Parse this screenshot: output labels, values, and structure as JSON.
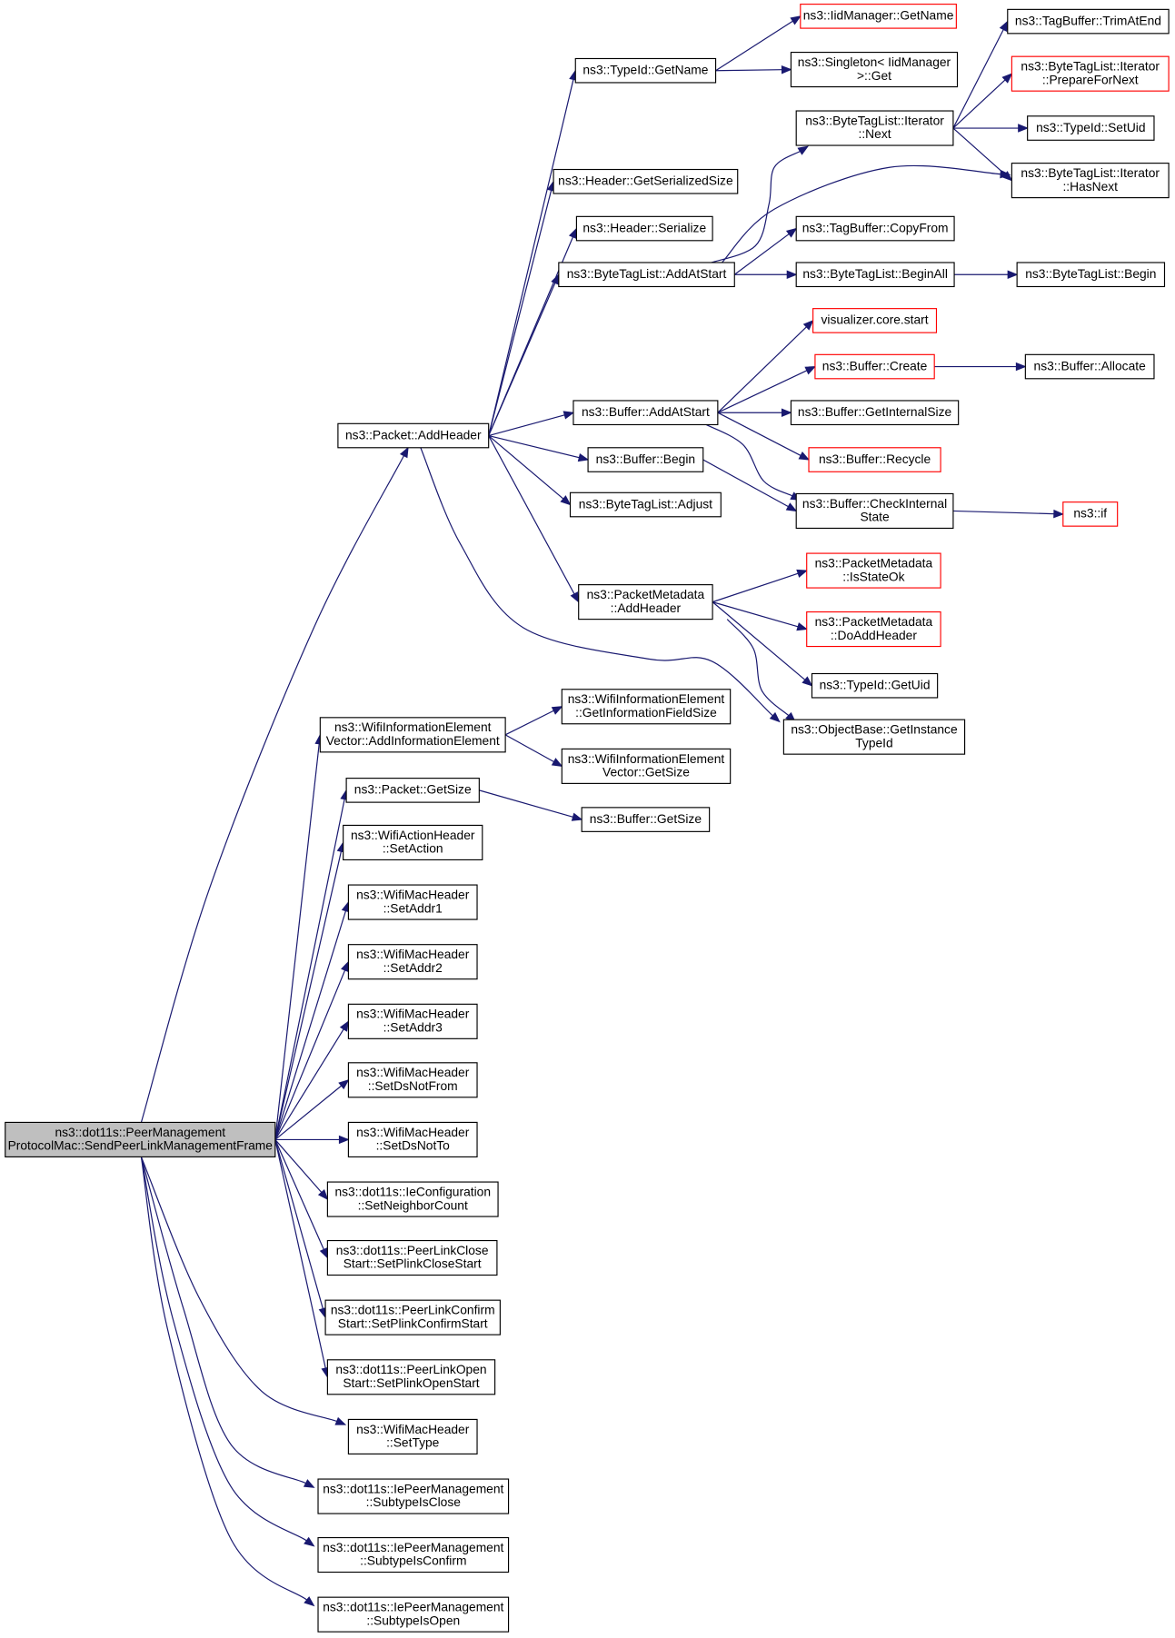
{
  "colors": {
    "edge": "#191970",
    "node_border": "#000000",
    "external_border": "#ff0000",
    "root_fill": "#bfbfbf"
  },
  "nodes": [
    {
      "id": "root",
      "lines": [
        "ns3::dot11s::PeerManagement",
        "ProtocolMac::SendPeerLinkManagementFrame"
      ],
      "style": "root"
    },
    {
      "id": "addHeader",
      "lines": [
        "ns3::Packet::AddHeader"
      ]
    },
    {
      "id": "wieAdd",
      "lines": [
        "ns3::WifiInformationElement",
        "Vector::AddInformationElement"
      ]
    },
    {
      "id": "pktGetSize",
      "lines": [
        "ns3::Packet::GetSize"
      ]
    },
    {
      "id": "setAction",
      "lines": [
        "ns3::WifiActionHeader",
        "::SetAction"
      ]
    },
    {
      "id": "setAddr1",
      "lines": [
        "ns3::WifiMacHeader",
        "::SetAddr1"
      ]
    },
    {
      "id": "setAddr2",
      "lines": [
        "ns3::WifiMacHeader",
        "::SetAddr2"
      ]
    },
    {
      "id": "setAddr3",
      "lines": [
        "ns3::WifiMacHeader",
        "::SetAddr3"
      ]
    },
    {
      "id": "setDsNotFrom",
      "lines": [
        "ns3::WifiMacHeader",
        "::SetDsNotFrom"
      ]
    },
    {
      "id": "setDsNotTo",
      "lines": [
        "ns3::WifiMacHeader",
        "::SetDsNotTo"
      ]
    },
    {
      "id": "setNeighbor",
      "lines": [
        "ns3::dot11s::IeConfiguration",
        "::SetNeighborCount"
      ]
    },
    {
      "id": "plinkClose",
      "lines": [
        "ns3::dot11s::PeerLinkClose",
        "Start::SetPlinkCloseStart"
      ]
    },
    {
      "id": "plinkConfirm",
      "lines": [
        "ns3::dot11s::PeerLinkConfirm",
        "Start::SetPlinkConfirmStart"
      ]
    },
    {
      "id": "plinkOpen",
      "lines": [
        "ns3::dot11s::PeerLinkOpen",
        "Start::SetPlinkOpenStart"
      ]
    },
    {
      "id": "setType",
      "lines": [
        "ns3::WifiMacHeader",
        "::SetType"
      ]
    },
    {
      "id": "subClose",
      "lines": [
        "ns3::dot11s::IePeerManagement",
        "::SubtypeIsClose"
      ]
    },
    {
      "id": "subConfirm",
      "lines": [
        "ns3::dot11s::IePeerManagement",
        "::SubtypeIsConfirm"
      ]
    },
    {
      "id": "subOpen",
      "lines": [
        "ns3::dot11s::IePeerManagement",
        "::SubtypeIsOpen"
      ]
    },
    {
      "id": "typeGetName",
      "lines": [
        "ns3::TypeId::GetName"
      ]
    },
    {
      "id": "hdrGetSer",
      "lines": [
        "ns3::Header::GetSerializedSize"
      ]
    },
    {
      "id": "hdrSer",
      "lines": [
        "ns3::Header::Serialize"
      ]
    },
    {
      "id": "btlAddAtStart",
      "lines": [
        "ns3::ByteTagList::AddAtStart"
      ]
    },
    {
      "id": "bufAddAtStart",
      "lines": [
        "ns3::Buffer::AddAtStart"
      ]
    },
    {
      "id": "bufBegin",
      "lines": [
        "ns3::Buffer::Begin"
      ]
    },
    {
      "id": "btlAdjust",
      "lines": [
        "ns3::ByteTagList::Adjust"
      ]
    },
    {
      "id": "pmAddHeader",
      "lines": [
        "ns3::PacketMetadata",
        "::AddHeader"
      ]
    },
    {
      "id": "wieGetInfo",
      "lines": [
        "ns3::WifiInformationElement",
        "::GetInformationFieldSize"
      ]
    },
    {
      "id": "wieVecGetSize",
      "lines": [
        "ns3::WifiInformationElement",
        "Vector::GetSize"
      ]
    },
    {
      "id": "bufGetSize",
      "lines": [
        "ns3::Buffer::GetSize"
      ]
    },
    {
      "id": "iidGetName",
      "lines": [
        "ns3::IidManager::GetName"
      ],
      "style": "red"
    },
    {
      "id": "singletonGet",
      "lines": [
        "ns3::Singleton< IidManager",
        ">::Get"
      ]
    },
    {
      "id": "btlItNext",
      "lines": [
        "ns3::ByteTagList::Iterator",
        "::Next"
      ]
    },
    {
      "id": "tbCopyFrom",
      "lines": [
        "ns3::TagBuffer::CopyFrom"
      ]
    },
    {
      "id": "btlBeginAll",
      "lines": [
        "ns3::ByteTagList::BeginAll"
      ]
    },
    {
      "id": "vizStart",
      "lines": [
        "visualizer.core.start"
      ],
      "style": "red"
    },
    {
      "id": "bufCreate",
      "lines": [
        "ns3::Buffer::Create"
      ],
      "style": "red"
    },
    {
      "id": "bufGetInternal",
      "lines": [
        "ns3::Buffer::GetInternalSize"
      ]
    },
    {
      "id": "bufRecycle",
      "lines": [
        "ns3::Buffer::Recycle"
      ],
      "style": "red"
    },
    {
      "id": "bufCheckInternal",
      "lines": [
        "ns3::Buffer::CheckInternal",
        "State"
      ]
    },
    {
      "id": "pmIsStateOk",
      "lines": [
        "ns3::PacketMetadata",
        "::IsStateOk"
      ],
      "style": "red"
    },
    {
      "id": "pmDoAddHeader",
      "lines": [
        "ns3::PacketMetadata",
        "::DoAddHeader"
      ],
      "style": "red"
    },
    {
      "id": "typeGetUid",
      "lines": [
        "ns3::TypeId::GetUid"
      ]
    },
    {
      "id": "obGetInst",
      "lines": [
        "ns3::ObjectBase::GetInstance",
        "TypeId"
      ]
    },
    {
      "id": "tbTrim",
      "lines": [
        "ns3::TagBuffer::TrimAtEnd"
      ]
    },
    {
      "id": "btlItPrepare",
      "lines": [
        "ns3::ByteTagList::Iterator",
        "::PrepareForNext"
      ],
      "style": "red"
    },
    {
      "id": "typeSetUid",
      "lines": [
        "ns3::TypeId::SetUid"
      ]
    },
    {
      "id": "btlItHasNext",
      "lines": [
        "ns3::ByteTagList::Iterator",
        "::HasNext"
      ]
    },
    {
      "id": "btlBegin",
      "lines": [
        "ns3::ByteTagList::Begin"
      ]
    },
    {
      "id": "bufAllocate",
      "lines": [
        "ns3::Buffer::Allocate"
      ]
    },
    {
      "id": "nsIf",
      "lines": [
        "ns3::if"
      ],
      "style": "red"
    }
  ],
  "edges": [
    [
      "root",
      "addHeader"
    ],
    [
      "root",
      "wieAdd"
    ],
    [
      "root",
      "pktGetSize"
    ],
    [
      "root",
      "setAction"
    ],
    [
      "root",
      "setAddr1"
    ],
    [
      "root",
      "setAddr2"
    ],
    [
      "root",
      "setAddr3"
    ],
    [
      "root",
      "setDsNotFrom"
    ],
    [
      "root",
      "setDsNotTo"
    ],
    [
      "root",
      "setNeighbor"
    ],
    [
      "root",
      "plinkClose"
    ],
    [
      "root",
      "plinkConfirm"
    ],
    [
      "root",
      "plinkOpen"
    ],
    [
      "root",
      "setType"
    ],
    [
      "root",
      "subClose"
    ],
    [
      "root",
      "subConfirm"
    ],
    [
      "root",
      "subOpen"
    ],
    [
      "addHeader",
      "typeGetName"
    ],
    [
      "addHeader",
      "hdrGetSer"
    ],
    [
      "addHeader",
      "hdrSer"
    ],
    [
      "addHeader",
      "btlAddAtStart"
    ],
    [
      "addHeader",
      "bufAddAtStart"
    ],
    [
      "addHeader",
      "bufBegin"
    ],
    [
      "addHeader",
      "btlAdjust"
    ],
    [
      "addHeader",
      "pmAddHeader"
    ],
    [
      "addHeader",
      "obGetInst"
    ],
    [
      "wieAdd",
      "wieGetInfo"
    ],
    [
      "wieAdd",
      "wieVecGetSize"
    ],
    [
      "pktGetSize",
      "bufGetSize"
    ],
    [
      "typeGetName",
      "iidGetName"
    ],
    [
      "typeGetName",
      "singletonGet"
    ],
    [
      "btlAddAtStart",
      "btlItNext"
    ],
    [
      "btlAddAtStart",
      "btlItHasNext"
    ],
    [
      "btlAddAtStart",
      "tbCopyFrom"
    ],
    [
      "btlAddAtStart",
      "btlBeginAll"
    ],
    [
      "btlItNext",
      "tbTrim"
    ],
    [
      "btlItNext",
      "btlItPrepare"
    ],
    [
      "btlItNext",
      "typeSetUid"
    ],
    [
      "btlItNext",
      "btlItHasNext"
    ],
    [
      "btlBeginAll",
      "btlBegin"
    ],
    [
      "bufAddAtStart",
      "vizStart"
    ],
    [
      "bufAddAtStart",
      "bufCreate"
    ],
    [
      "bufAddAtStart",
      "bufGetInternal"
    ],
    [
      "bufAddAtStart",
      "bufRecycle"
    ],
    [
      "bufAddAtStart",
      "bufCheckInternal"
    ],
    [
      "bufCreate",
      "bufAllocate"
    ],
    [
      "bufBegin",
      "bufCheckInternal"
    ],
    [
      "bufCheckInternal",
      "nsIf"
    ],
    [
      "pmAddHeader",
      "pmIsStateOk"
    ],
    [
      "pmAddHeader",
      "pmDoAddHeader"
    ],
    [
      "pmAddHeader",
      "typeGetUid"
    ],
    [
      "pmAddHeader",
      "obGetInst"
    ]
  ]
}
